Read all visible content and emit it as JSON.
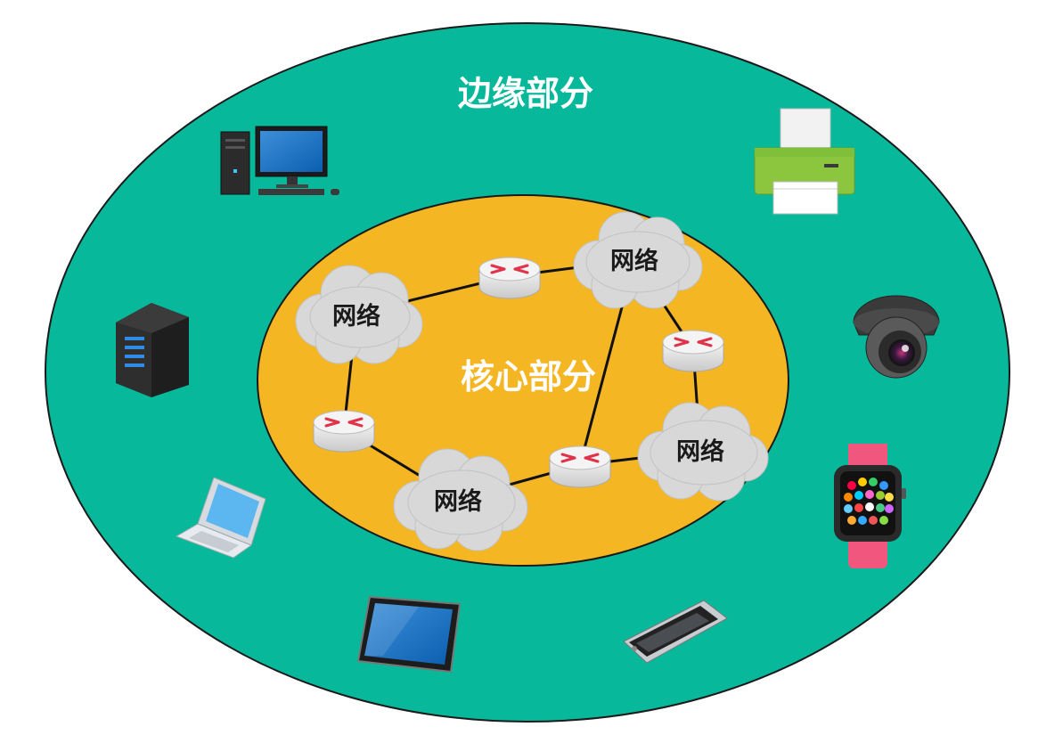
{
  "diagram": {
    "edge_label": "边缘部分",
    "core_label": "核心部分",
    "clouds": [
      {
        "id": "cloud-1",
        "label": "网络"
      },
      {
        "id": "cloud-2",
        "label": "网络"
      },
      {
        "id": "cloud-3",
        "label": "网络"
      },
      {
        "id": "cloud-4",
        "label": "网络"
      }
    ],
    "routers": [
      "router-1",
      "router-2",
      "router-3",
      "router-4"
    ],
    "devices": [
      {
        "icon": "desktop-computer-icon"
      },
      {
        "icon": "printer-icon"
      },
      {
        "icon": "server-icon"
      },
      {
        "icon": "security-camera-icon"
      },
      {
        "icon": "laptop-icon"
      },
      {
        "icon": "smartwatch-icon"
      },
      {
        "icon": "tablet-icon"
      },
      {
        "icon": "smartphone-icon"
      }
    ],
    "colors": {
      "edge": "#08B89B",
      "core": "#F5B623",
      "cloud": "#D8D8D8",
      "router": "#EFEFEF",
      "router_arrow": "#E0334A"
    }
  }
}
